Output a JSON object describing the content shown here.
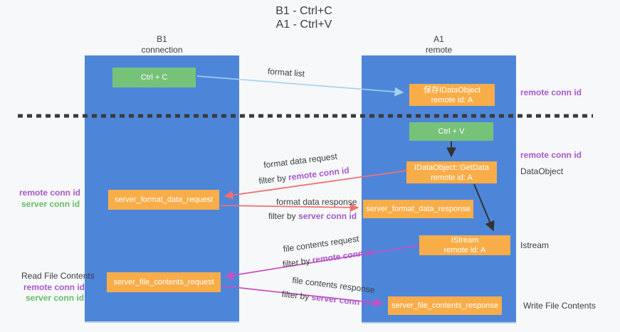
{
  "title": {
    "line1": "B1 - Ctrl+C",
    "line2": "A1 - Ctrl+V"
  },
  "lanes": {
    "left": {
      "name": "B1",
      "role": "connection"
    },
    "right": {
      "name": "A1",
      "role": "remote"
    }
  },
  "boxes": {
    "ctrl_c": {
      "label": "Ctrl + C"
    },
    "ctrl_v": {
      "label": "Ctrl + V"
    },
    "save_dataobject": {
      "line1": "保存IDataObject",
      "line2": "remote id: A"
    },
    "getdata": {
      "line1": "IDataObject::GetData",
      "line2": "remote id: A"
    },
    "istream": {
      "line1": "IStream",
      "line2": "remote id: A"
    },
    "format_request": {
      "label": "server_format_data_request"
    },
    "format_response": {
      "label": "server_format_data_response"
    },
    "file_request": {
      "label": "server_file_contents_request"
    },
    "file_response": {
      "label": "server_file_contents_response"
    }
  },
  "side_labels": {
    "remote_conn_id": "remote conn id",
    "server_conn_id": "server conn id",
    "dataobject": "DataObject",
    "istream": "Istream",
    "read_file_contents": "Read File Contents",
    "write_file_contents": "Write File Contents"
  },
  "arrow_labels": {
    "format_list": "format list",
    "format_data_request": "format data request",
    "format_data_response": "format data response",
    "file_contents_request": "file contents request",
    "file_contents_response": "file contents response",
    "filter_by": "filter by ",
    "remote_conn_id": "remote conn id",
    "server_conn_id": "server conn id"
  },
  "colors": {
    "lane_blue": "#4d86d9",
    "box_green": "#77c279",
    "box_orange": "#f9ad49",
    "label_purple": "#a757cb",
    "label_green": "#65bd68",
    "arrow_salmon": "#ef7072",
    "arrow_magenta": "#cb4fc0",
    "arrow_lightblue": "#a5d2f2",
    "arrow_black": "#333333",
    "background": "#f7f8f9"
  }
}
